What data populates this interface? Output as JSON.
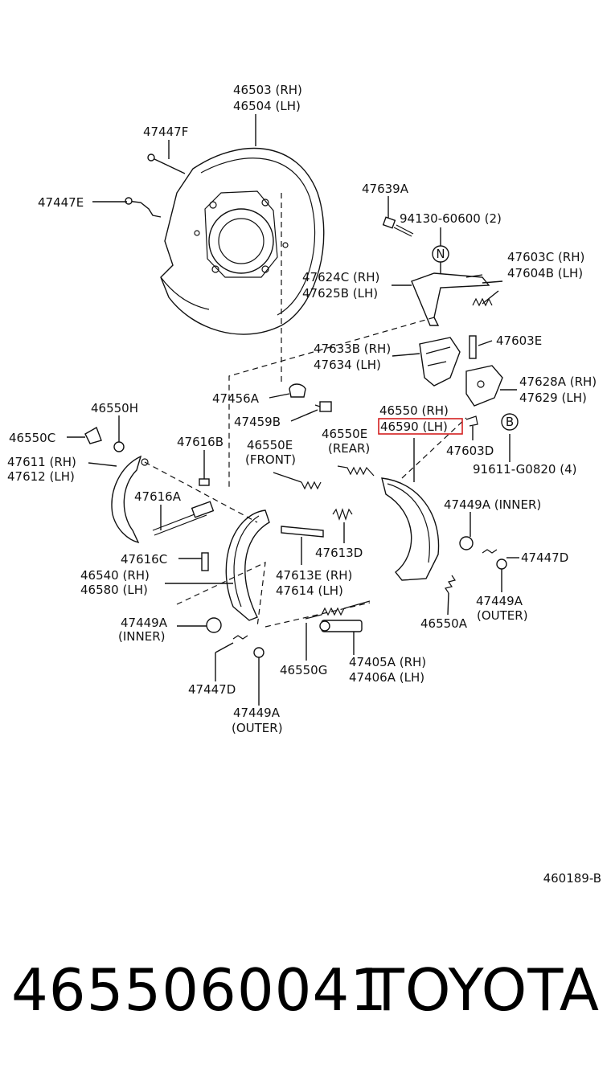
{
  "labels": {
    "l46503": "46503 (RH)",
    "l46504": "46504 (LH)",
    "l47447F": "47447F",
    "l47447E": "47447E",
    "l47639A": "47639A",
    "l94130": "94130-60600 (2)",
    "l47603C": "47603C (RH)",
    "l47604B": "47604B (LH)",
    "l47624C": "47624C (RH)",
    "l47625B": "47625B (LH)",
    "l47633B": "47633B (RH)",
    "l47634": "47634 (LH)",
    "l47603E": "47603E",
    "l47628A": "47628A (RH)",
    "l47629": "47629 (LH)",
    "l47456A": "47456A",
    "l47459B": "47459B",
    "l46550H": "46550H",
    "l46550C": "46550C",
    "l47611": "47611 (RH)",
    "l47612": "47612 (LH)",
    "l47616B": "47616B",
    "l46550E_front": "46550E",
    "front": "(FRONT)",
    "l46550E_rear": "46550E",
    "rear": "(REAR)",
    "l46550": "46550 (RH)",
    "l46590": "46590 (LH)",
    "l47603D": "47603D",
    "l91611": "91611-G0820 (4)",
    "l47616A": "47616A",
    "l47449A_inner_r": "47449A (INNER)",
    "l47616C": "47616C",
    "l47613D": "47613D",
    "l47447D_r": "47447D",
    "l46540": "46540 (RH)",
    "l46580": "46580 (LH)",
    "l47613E": "47613E (RH)",
    "l47614": "47614 (LH)",
    "l47449A_outer_r": "47449A",
    "outer_r": "(OUTER)",
    "l46550A": "46550A",
    "l47449A_inner_l": "47449A",
    "inner_l": "(INNER)",
    "l47405A": "47405A (RH)",
    "l47406A": "47406A (LH)",
    "l47447D_l": "47447D",
    "l46550G": "46550G",
    "l47449A_outer_l": "47449A",
    "outer_l": "(OUTER)",
    "circle_n": "N",
    "circle_b": "B"
  },
  "highlight_color": "#d42020",
  "figure_ref": "460189-B",
  "footer": {
    "part_number": "4655060041",
    "brand": "TOYOTA"
  }
}
